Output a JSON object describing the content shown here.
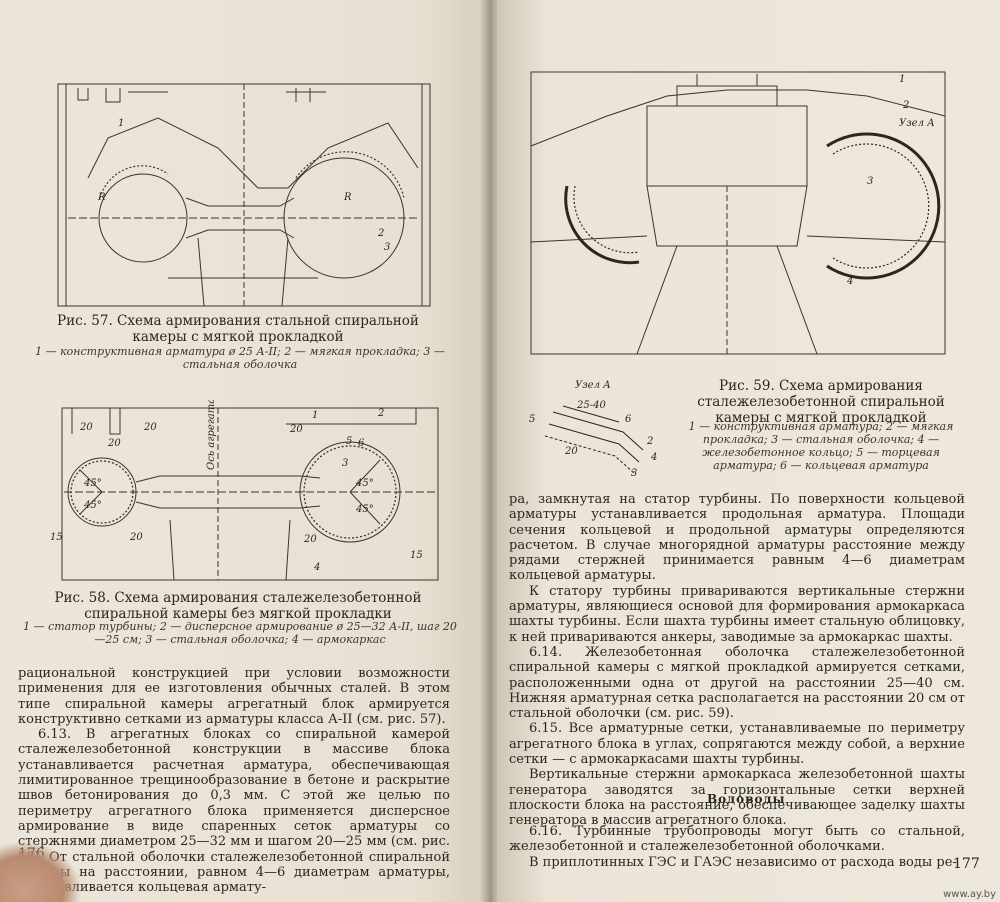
{
  "left_page": {
    "fig57": {
      "caption": "Рис. 57. Схема армирования стальной спиральной камеры с мягкой прокладкой",
      "legend": "1 — конструктивная арматура ø 25 А-II; 2 — мягкая прокладка; 3 — стальная оболочка",
      "labels": [
        "1",
        "2",
        "3",
        "R",
        "R"
      ]
    },
    "fig58": {
      "caption": "Рис. 58. Схема армирования сталежелезобетонной спиральной камеры без мягкой прокладки",
      "legend": "1 — статор турбины; 2 — дисперсное армирование ø 25—32 А-II, шаг 20—25 см; 3 — стальная оболочка; 4 — армокаркас",
      "labels": [
        "20",
        "20",
        "15",
        "20",
        "20",
        "15",
        "45°",
        "45°",
        "45°",
        "45°",
        "Ось агрегата",
        "1",
        "2",
        "3",
        "4",
        "5",
        "6",
        "20",
        "20"
      ]
    },
    "paragraphs": [
      "рациональной конструкцией при условии возможности применения для ее изготовления обычных сталей. В этом типе спиральной камеры агрегатный блок армируется конструктивно сетками из арматуры класса А-II (см. рис. 57).",
      "6.13. В агрегатных блоках со спиральной камерой сталежелезобетонной конструкции в массиве блока устанавливается расчетная арматура, обеспечивающая лимитированное трещинообразование в бетоне и раскрытие швов бетонирования до 0,3 мм. С этой же целью по периметру агрегатного блока применяется дисперсное армирование в виде спаренных сеток арматуры со стержнями диаметром 25—32 мм и шагом 20—25 мм (см. рис. 58). От стальной оболочки сталежелезобетонной спиральной камеры на расстоянии, равном 4—6 диаметрам арматуры, устанавливается кольцевая армату-"
    ],
    "page_number": "176"
  },
  "right_page": {
    "fig59": {
      "caption": "Рис. 59. Схема армирования сталежелезобетонной спиральной камеры с мягкой прокладкой",
      "legend": "1 — конструктивная арматура; 2 — мягкая прокладка; 3 — стальная оболочка; 4 — железобетонное кольцо; 5 — торцевая арматура; 6 — кольцевая арматура",
      "labels": [
        "1",
        "2",
        "Узел А",
        "3",
        "4"
      ]
    },
    "detail_a": {
      "title": "Узел А",
      "labels": [
        "25-40",
        "5",
        "6",
        "2",
        "20",
        "4",
        "3"
      ]
    },
    "paragraphs": [
      "ра, замкнутая на статор турбины. По поверхности кольцевой арматуры устанавливается продольная арматура. Площади сечения кольцевой и продольной арматуры определяются расчетом. В случае многорядной арматуры расстояние между рядами стержней принимается равным 4—6 диаметрам кольцевой арматуры.",
      "К статору турбины привариваются вертикальные стержни арматуры, являющиеся основой для формирования армокаркаса шахты турбины. Если шахта турбины имеет стальную облицовку, к ней привариваются анкеры, заводимые за армокаркас шахты.",
      "6.14. Железобетонная оболочка сталежелезобетонной спиральной камеры с мягкой прокладкой армируется сетками, расположенными одна от другой на расстоянии 25—40 см. Нижняя арматурная сетка располагается на расстоянии 20 см от стальной оболочки (см. рис. 59).",
      "6.15. Все арматурные сетки, устанавливаемые по периметру агрегатного блока в углах, сопрягаются между собой, а верхние сетки — с армокаркасами шахты турбины.",
      "Вертикальные стержни армокаркаса железобетонной шахты генератора заводятся за горизонтальные сетки верхней плоскости блока на расстояние, обеспечивающее заделку шахты генератора в массив агрегатного блока."
    ],
    "heading": "Водоводы",
    "paragraphs_after": [
      "6.16. Турбинные трубопроводы могут быть со стальной, железобетонной и сталежелезобетонной оболочками.",
      "В приплотинных ГЭС и ГАЭС независимо от расхода воды ре-"
    ],
    "page_number": "177"
  },
  "watermark": "www.ay.by",
  "colors": {
    "paper": "#e9e2d6",
    "ink": "#2a2622",
    "background": "#cfcfcf"
  }
}
